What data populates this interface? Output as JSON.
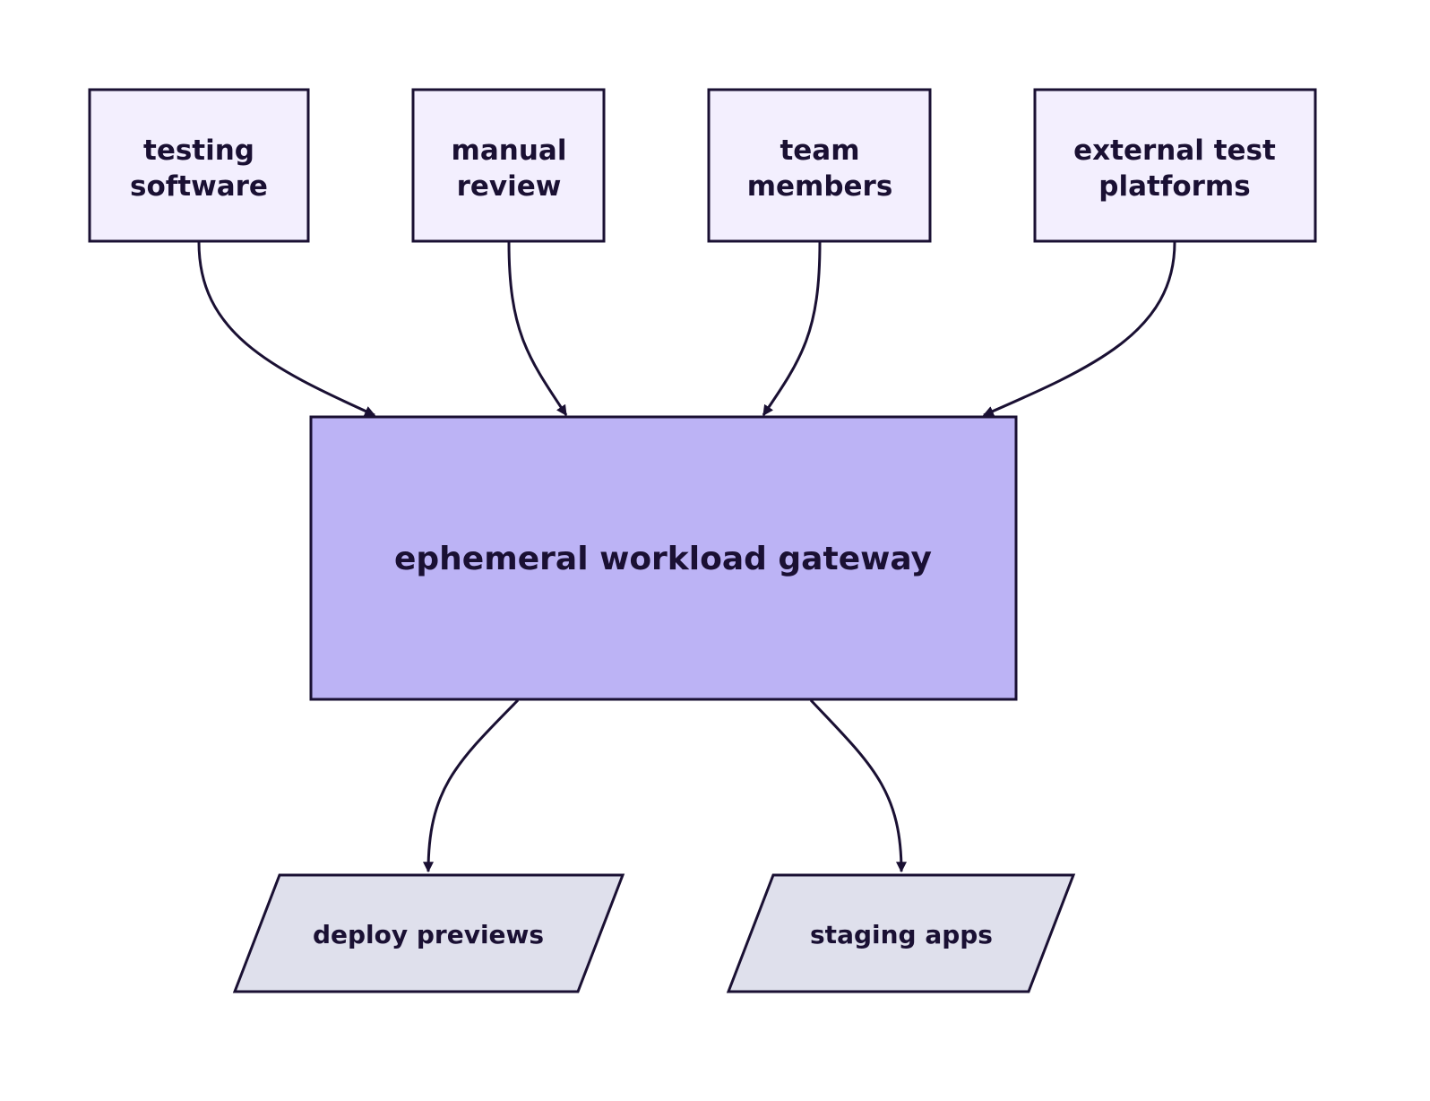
{
  "colors": {
    "stroke": "#1a1033",
    "source_fill": "#f3effe",
    "gateway_fill": "#bcb3f5",
    "output_fill": "#dfe0ec",
    "background": "#ffffff"
  },
  "sources": [
    {
      "line1": "testing",
      "line2": "software"
    },
    {
      "line1": "manual",
      "line2": "review"
    },
    {
      "line1": "team",
      "line2": "members"
    },
    {
      "line1": "external test",
      "line2": "platforms"
    }
  ],
  "gateway": {
    "label": "ephemeral workload gateway"
  },
  "outputs": [
    {
      "label": "deploy previews"
    },
    {
      "label": "staging apps"
    }
  ]
}
